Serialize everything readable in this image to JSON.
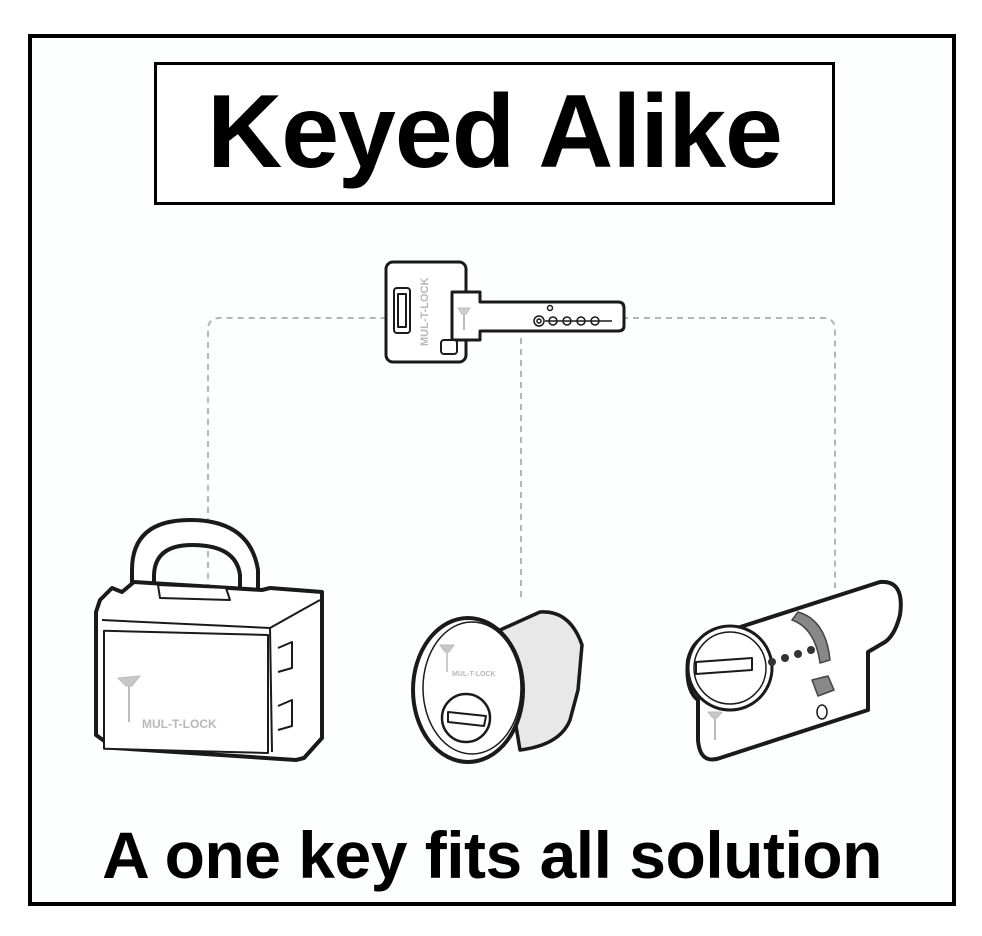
{
  "title": "Keyed Alike",
  "footer": "A one key fits all solution",
  "brand_mark": "MUL-T-LOCK",
  "illustration": {
    "key": {
      "label": "key-icon",
      "brand": "MUL-T-LOCK"
    },
    "products": [
      {
        "name": "padlock",
        "brand": "MUL-T-LOCK"
      },
      {
        "name": "mortise-cylinder",
        "brand": "MUL-T-LOCK"
      },
      {
        "name": "euro-profile-cylinder",
        "brand": ""
      }
    ],
    "connector_style": "dashed"
  },
  "colors": {
    "border": "#000000",
    "text": "#000000",
    "line_art": "#1a1a1a",
    "dashed_connector": "#b5b5b5",
    "logo_gray": "#b8b8b8",
    "background": "#ffffff"
  }
}
